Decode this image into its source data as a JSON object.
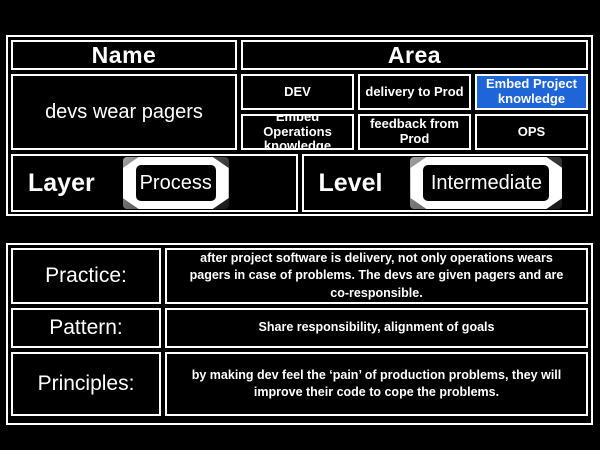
{
  "colors": {
    "background": "#000000",
    "border": "#ffffff",
    "text": "#ffffff",
    "highlight": "#1e65d8"
  },
  "top_card": {
    "name_header": "Name",
    "area_header": "Area",
    "name_value": "devs wear pagers",
    "area_cells": [
      {
        "label": "DEV",
        "highlight": false
      },
      {
        "label": "delivery to Prod",
        "highlight": false
      },
      {
        "label": "Embed Project knowledge",
        "highlight": true
      },
      {
        "label": "Embed Operations knowledge",
        "highlight": false
      },
      {
        "label": "feedback from Prod",
        "highlight": false
      },
      {
        "label": "OPS",
        "highlight": false
      }
    ],
    "layer": {
      "label": "Layer",
      "value": "Process"
    },
    "level": {
      "label": "Level",
      "value": "Intermediate"
    }
  },
  "details": {
    "rows": [
      {
        "label": "Practice:",
        "text": "after project software is delivery, not only operations wears pagers in case of problems. The devs are given pagers and are co-responsible."
      },
      {
        "label": "Pattern:",
        "text": "Share responsibility, alignment of goals"
      },
      {
        "label": "Principles:",
        "text": "by making dev feel the ‘pain’ of production problems, they will improve their code to cope the problems."
      }
    ]
  }
}
